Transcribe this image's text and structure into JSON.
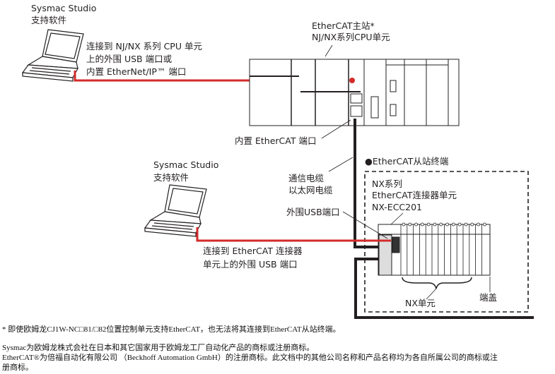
{
  "colors": {
    "usb_cable": "#d42a2a",
    "ethercat_cable": "#231f20"
  },
  "pc1": {
    "title": "Sysmac Studio",
    "subtitle": "支持软件",
    "conn": [
      "连接到 NJ/NX 系列 CPU 单元",
      "上的外围 USB 端口或",
      "内置 EtherNet/IP™ 端口"
    ]
  },
  "master": {
    "line1": "EtherCAT主站*",
    "line2": "NJ/NX系列CPU单元",
    "port": "内置 EtherCAT 端口"
  },
  "cable": {
    "line1": "通信电缆",
    "line2": "以太网电缆"
  },
  "pc2": {
    "title": "Sysmac Studio",
    "subtitle": "支持软件",
    "conn": [
      "连接到 EtherCAT 连接器",
      "单元上的外围 USB 端口"
    ]
  },
  "slave": {
    "title": "●EtherCAT从站终端",
    "series": "NX系列",
    "unit": "EtherCAT连接器单元",
    "model": "NX-ECC201",
    "usb_port": "外围USB端口",
    "nx_units": "NX单元",
    "end_cover": "端盖"
  },
  "footnotes": [
    "* 即使欧姆龙CJ1W-NC□81/□82位置控制单元支持EtherCAT，也无法将其连接到EtherCAT从站终端。",
    "Sysmac为欧姆龙株式会社在日本和其它国家用于欧姆龙工厂自动化产品的商标或注册商标。",
    "EtherCAT®为倍福自动化有限公司 （Beckhoff Automation GmbH）的注册商标。此文档中的其他公司名称和产品名称均为各自所属公司的商标或注",
    "册商标。"
  ]
}
